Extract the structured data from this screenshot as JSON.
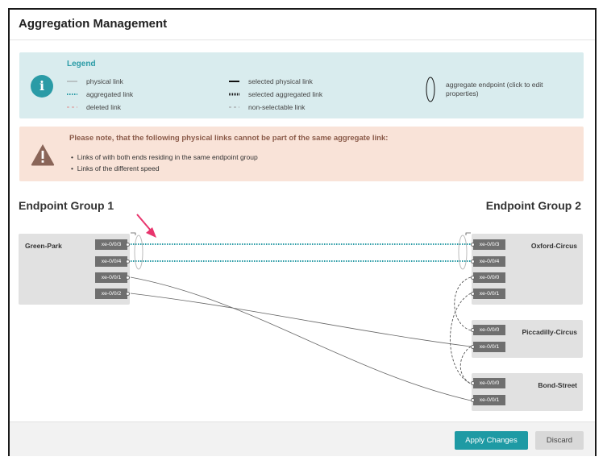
{
  "modal": {
    "title": "Aggregation Management"
  },
  "legend": {
    "title": "Legend",
    "physical_link": "physical link",
    "aggregated_link": "aggregated link",
    "deleted_link": "deleted link",
    "selected_physical_link": "selected physical link",
    "selected_aggregated_link": "selected aggregated link",
    "non_selectable_link": "non-selectable link",
    "aggregate_endpoint_line1": "aggregate endpoint (click to edit",
    "aggregate_endpoint_line2": "properties)"
  },
  "note": {
    "title": "Please note, that the following physical links cannot be part of the same aggregate link:",
    "bullets": [
      "Links of with both ends residing in the same endpoint group",
      "Links of the different speed"
    ]
  },
  "groups": {
    "group1_title": "Endpoint Group 1",
    "group2_title": "Endpoint Group 2"
  },
  "endpoints": {
    "green_park": {
      "name": "Green-Park",
      "ports": [
        "xe-0/0/3",
        "xe-0/0/4",
        "xe-0/0/1",
        "xe-0/0/2"
      ]
    },
    "oxford_circus": {
      "name": "Oxford-Circus",
      "ports": [
        "xe-0/0/3",
        "xe-0/0/4",
        "xe-0/0/0",
        "xe-0/0/1"
      ]
    },
    "piccadilly_circus": {
      "name": "Piccadilly-Circus",
      "ports": [
        "xe-0/0/0",
        "xe-0/0/1"
      ]
    },
    "bond_street": {
      "name": "Bond-Street",
      "ports": [
        "xe-0/0/0",
        "xe-0/0/1"
      ]
    }
  },
  "colors": {
    "accent": "#1e9aa4",
    "aggregated_link": "#2a9ba6",
    "deleted_link": "#e08a8a",
    "annotation_arrow": "#e8356d"
  },
  "footer": {
    "apply_label": "Apply Changes",
    "discard_label": "Discard"
  }
}
